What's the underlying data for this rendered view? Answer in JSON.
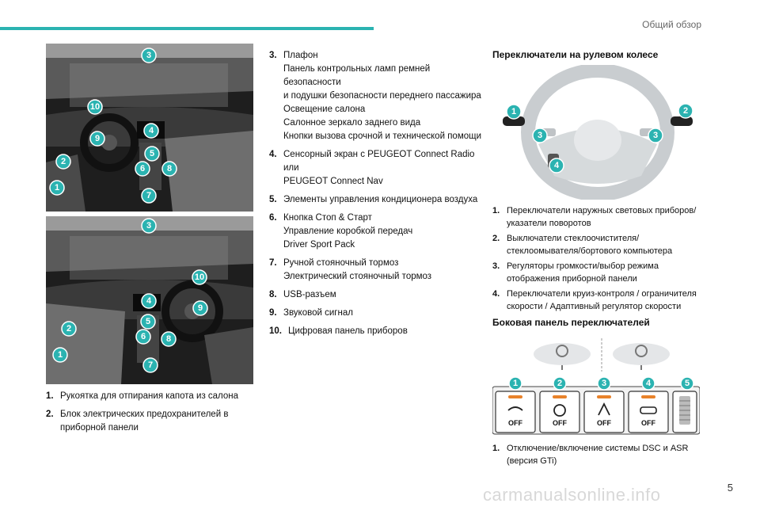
{
  "header": {
    "title": "Общий обзор"
  },
  "photo_top": {
    "badges": [
      "3",
      "10",
      "9",
      "4",
      "5",
      "2",
      "6",
      "8",
      "1",
      "7"
    ]
  },
  "photo_bottom": {
    "badges": [
      "3",
      "10",
      "4",
      "9",
      "5",
      "2",
      "6",
      "8",
      "1",
      "7"
    ]
  },
  "left_list": [
    {
      "num": "1.",
      "text": "Рукоятка для отпирания капота из салона"
    },
    {
      "num": "2.",
      "text": "Блок электрических предохранителей в\nприборной панели"
    }
  ],
  "middle_list": [
    {
      "num": "3.",
      "text": "Плафон\nПанель контрольных ламп ремней безопасности\nи подушки безопасности переднего пассажира\nОсвещение салона\nСалонное зеркало заднего вида\nКнопки вызова срочной и технической помощи"
    },
    {
      "num": "4.",
      "text": "Сенсорный экран с PEUGEOT Connect Radio или\nPEUGEOT Connect Nav"
    },
    {
      "num": "5.",
      "text": "Элементы управления кондиционера воздуха"
    },
    {
      "num": "6.",
      "text": "Кнопка Стоп & Старт\nУправление коробкой передач\nDriver Sport Pack"
    },
    {
      "num": "7.",
      "text": "Ручной стояночный тормоз\nЭлектрический стояночный тормоз"
    },
    {
      "num": "8.",
      "text": "USB-разъем"
    },
    {
      "num": "9.",
      "text": "Звуковой сигнал"
    },
    {
      "num": "10.",
      "text": "Цифровая панель приборов"
    }
  ],
  "steering_section": {
    "title": "Переключатели на рулевом колесе",
    "badges": [
      "1",
      "2",
      "3",
      "3",
      "4"
    ],
    "items": [
      {
        "num": "1.",
        "text": "Переключатели наружных световых приборов/\nуказатели поворотов"
      },
      {
        "num": "2.",
        "text": "Выключатели стеклоочистителя/\nстеклоомывателя/бортового компьютера"
      },
      {
        "num": "3.",
        "text": "Регуляторы громкости/выбор режима\nотображения приборной панели"
      },
      {
        "num": "4.",
        "text": "Переключатели круиз-контроля / ограничителя\nскорости / Адаптивный регулятор скорости"
      }
    ]
  },
  "side_panel_section": {
    "title": "Боковая панель переключателей",
    "badges": [
      "1",
      "2",
      "3",
      "4",
      "5"
    ],
    "off_label": "OFF",
    "items": [
      {
        "num": "1.",
        "text": "Отключение/включение системы DSC и ASR\n(версия GTi)"
      }
    ]
  },
  "footer": {
    "page_number": "5",
    "watermark": "carmanualsonline.info"
  }
}
